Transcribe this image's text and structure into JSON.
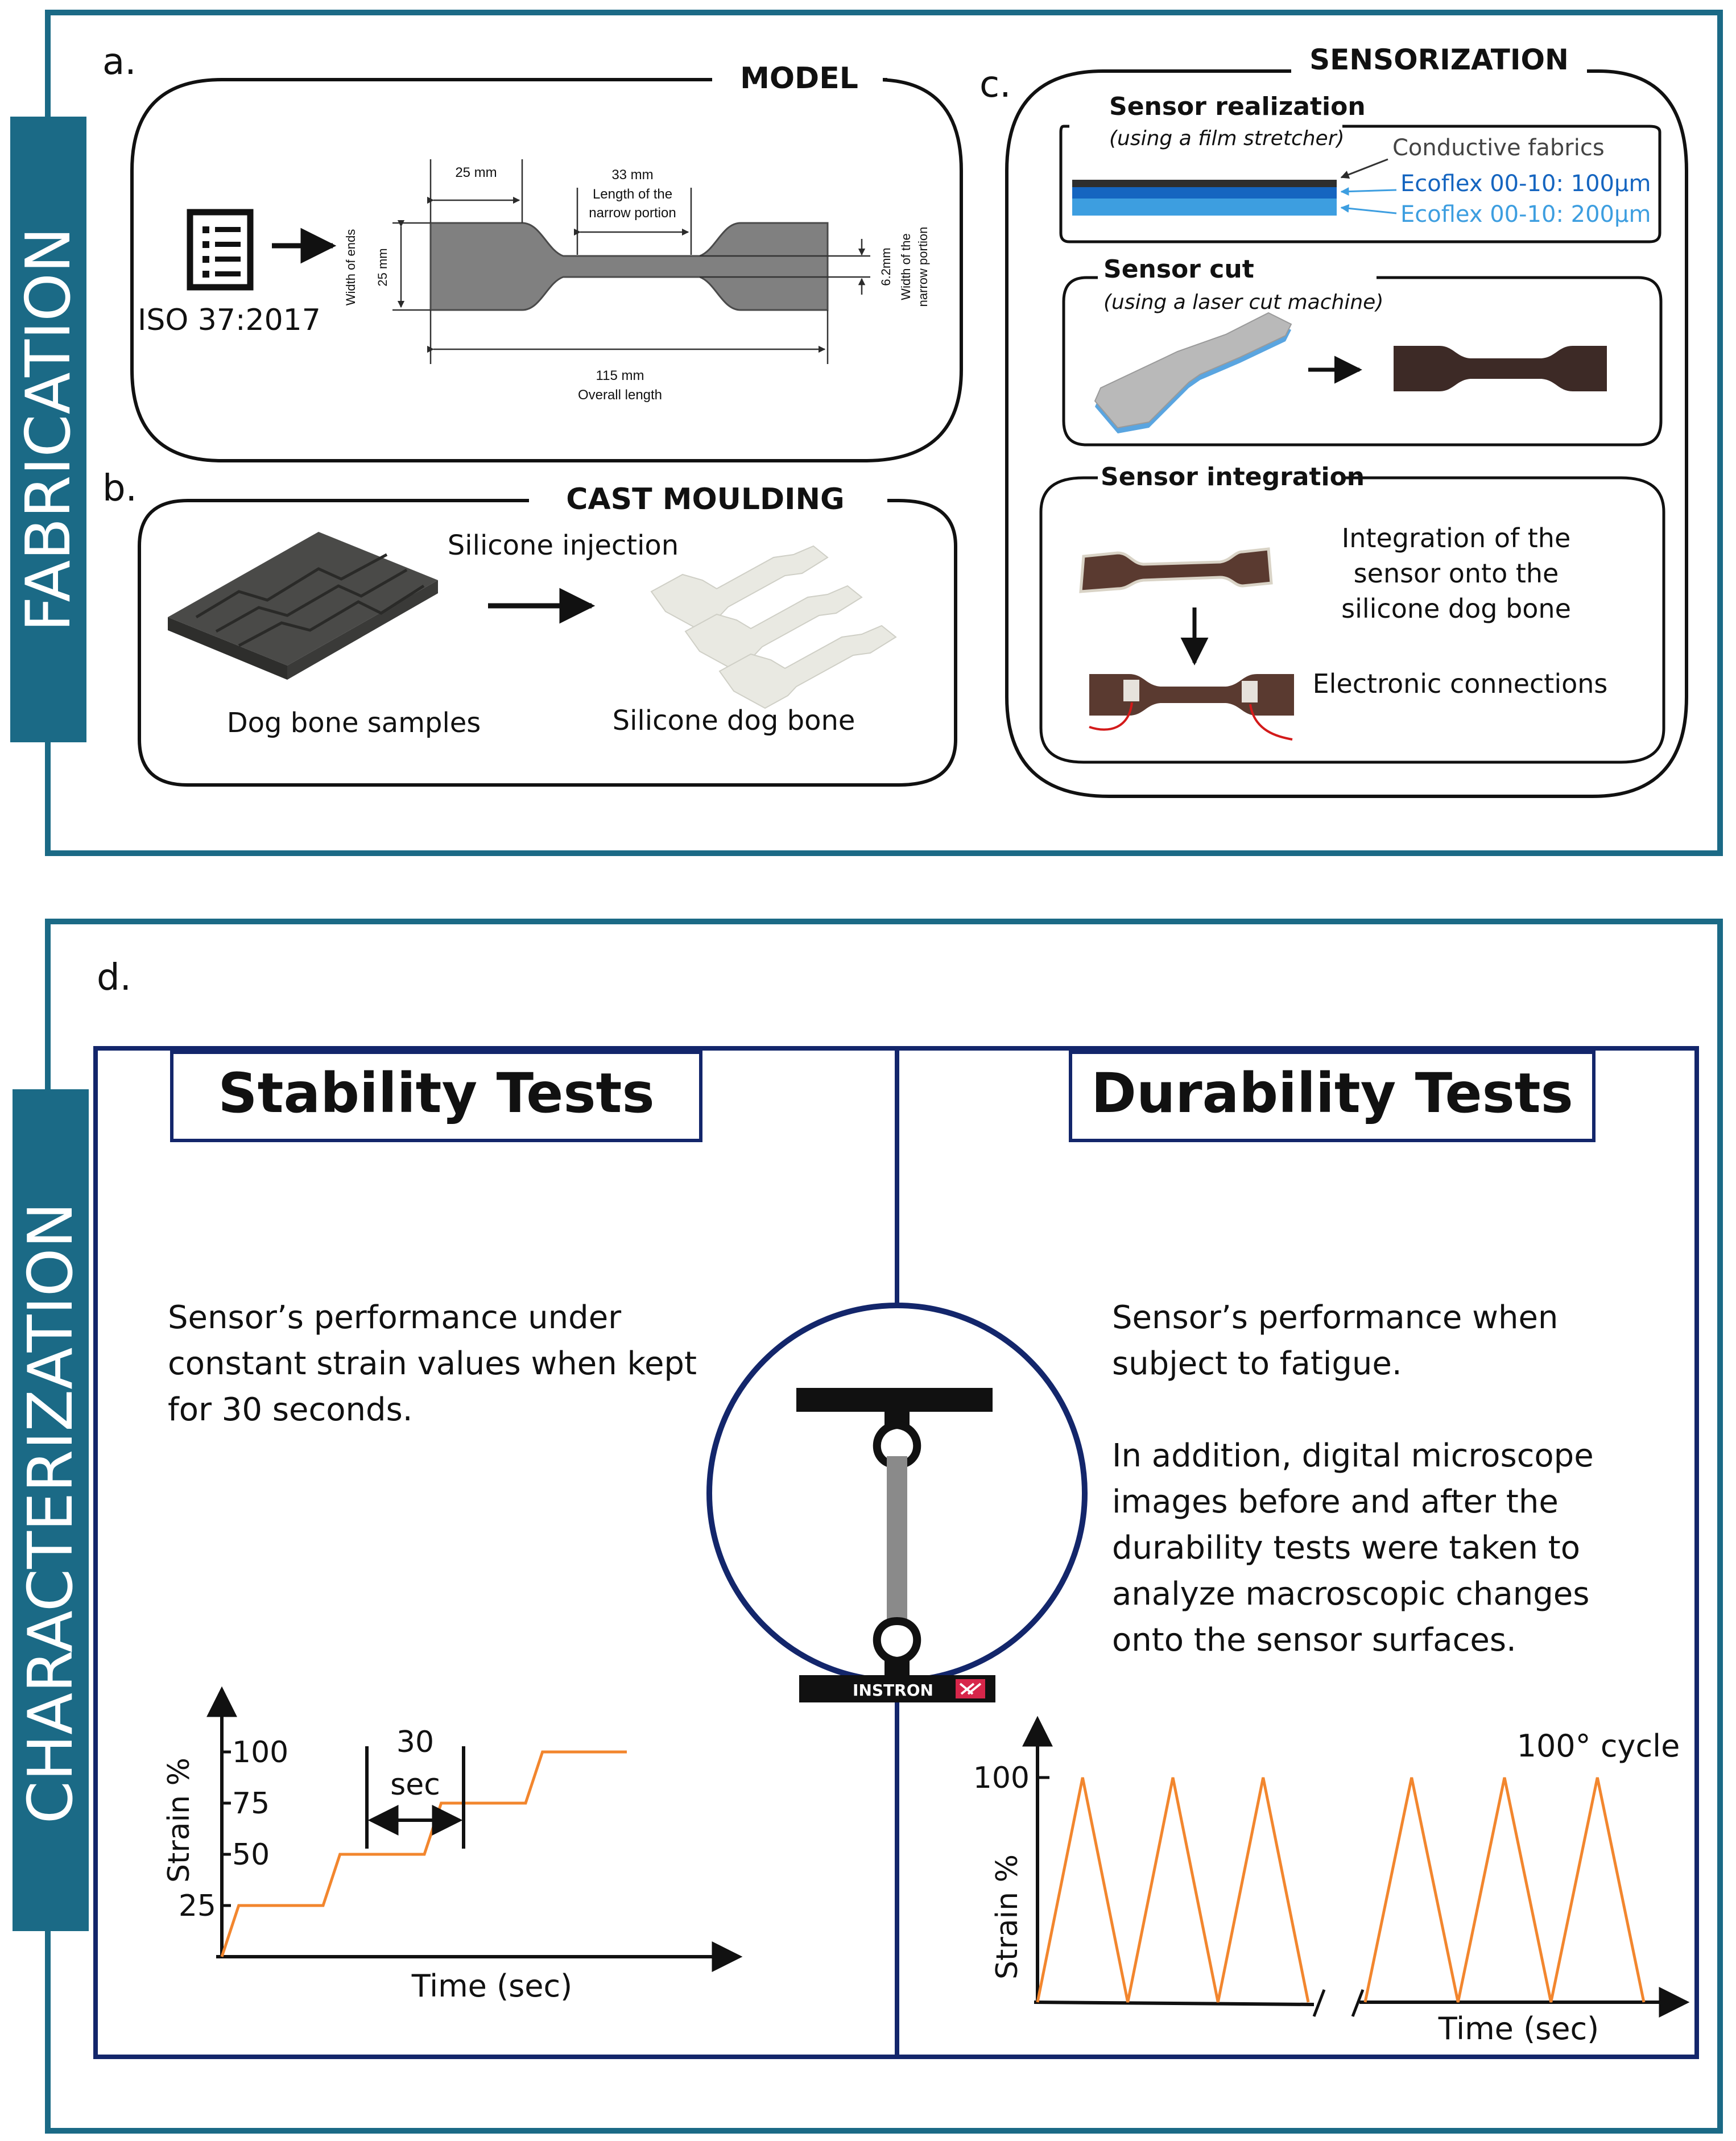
{
  "colors": {
    "frame_teal": "#1b6a86",
    "navy": "#13266b",
    "orange": "#f2862e",
    "fabric_dark": "#2e2e2e",
    "ecoflex_100": "#1565c0",
    "ecoflex_200": "#3d9ee0",
    "instron_red": "#d7264a"
  },
  "fabrication": {
    "side_label": "FABRICATION",
    "panel_a": {
      "letter": "a.",
      "title": "MODEL",
      "standard": "ISO 37:2017",
      "icon": "document-list-icon",
      "dims": {
        "end_width_label": "25 mm",
        "narrow_length_value": "33 mm",
        "narrow_length_line1": "Length of the",
        "narrow_length_line2": "narrow portion",
        "left_width_value": "25 mm",
        "left_width_desc": "Width of ends",
        "narrow_width_value": "6.2mm",
        "narrow_width_desc1": "Width of the",
        "narrow_width_desc2": "narrow portion",
        "overall_value": "115 mm",
        "overall_desc": "Overall length"
      }
    },
    "panel_b": {
      "letter": "b.",
      "title": "CAST MOULDING",
      "arrow_label": "Silicone injection",
      "left_caption": "Dog bone samples",
      "right_caption": "Silicone dog bone"
    },
    "panel_c": {
      "letter": "c.",
      "title": "SENSORIZATION",
      "realization": {
        "title": "Sensor realization",
        "subtitle": "(using a film stretcher)",
        "layer_fabric": "Conductive fabrics",
        "layer_100": "Ecoflex 00-10: 100µm",
        "layer_200": "Ecoflex 00-10: 200µm"
      },
      "cut": {
        "title": "Sensor cut",
        "subtitle": "(using a laser cut machine)"
      },
      "integration": {
        "title": "Sensor integration",
        "desc_line1": "Integration  of the",
        "desc_line2": "sensor onto the",
        "desc_line3": "silicone dog bone",
        "connections": "Electronic connections"
      }
    }
  },
  "characterization": {
    "side_label": "CHARACTERIZATION",
    "letter": "d.",
    "instron_label": "INSTRON",
    "stability": {
      "title": "Stability Tests",
      "desc_line1": "Sensor’s performance under",
      "desc_line2": "constant strain values when kept",
      "desc_line3": "for 30 seconds.",
      "bracket_value": "30",
      "bracket_unit": "sec"
    },
    "durability": {
      "title": "Durability Tests",
      "desc_line1": "Sensor’s performance when",
      "desc_line2": "subject to fatigue.",
      "desc_line3": "In addition, digital microscope",
      "desc_line4": "images before and after the",
      "desc_line5": "durability tests were taken to",
      "desc_line6": "analyze macroscopic changes",
      "desc_line7": "onto the sensor surfaces.",
      "cycle_label": "100° cycle"
    }
  },
  "chart_data": [
    {
      "type": "line",
      "name_hint": "stability",
      "xlabel": "Time (sec)",
      "ylabel": "Strain %",
      "yticks": [
        25,
        50,
        75,
        100
      ],
      "series": [
        {
          "x": [
            0,
            5,
            30,
            35,
            60,
            65,
            90,
            95,
            120
          ],
          "y": [
            0,
            25,
            25,
            50,
            50,
            75,
            75,
            100,
            100
          ]
        }
      ]
    },
    {
      "type": "line",
      "name_hint": "durability",
      "xlabel": "Time (sec)",
      "ylabel": "Strain %",
      "yticks": [
        100
      ],
      "axis_break": true,
      "series": [
        {
          "x": [
            0,
            1,
            2,
            3,
            4,
            5,
            6
          ],
          "y": [
            0,
            100,
            0,
            100,
            0,
            100,
            0
          ]
        },
        {
          "x": [
            7,
            8,
            9,
            10,
            11,
            12,
            13
          ],
          "y": [
            0,
            100,
            0,
            100,
            0,
            100,
            0
          ]
        }
      ]
    }
  ]
}
